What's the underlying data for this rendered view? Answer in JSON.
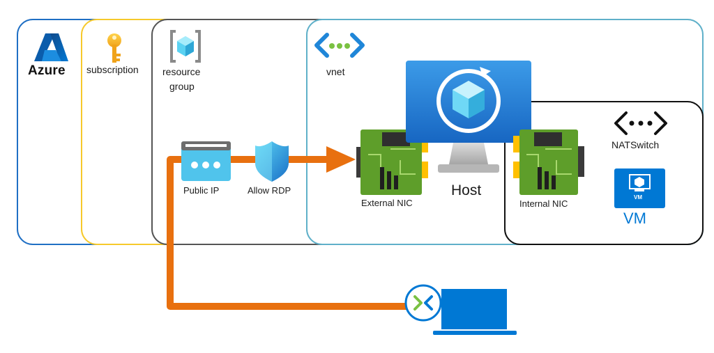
{
  "labels": {
    "azure": "Azure",
    "subscription": "subscription",
    "resource_group_line1": "resource",
    "resource_group_line2": "group",
    "vnet": "vnet",
    "public_ip": "Public IP",
    "allow_rdp": "Allow RDP",
    "external_nic": "External NIC",
    "host": "Host",
    "internal_nic": "Internal NIC",
    "nat_switch": "NATSwitch",
    "vm": "VM",
    "vm_icon_text": "VM"
  },
  "colors": {
    "azure_border": "#1f6fc4",
    "subscription_border": "#f6c92b",
    "resource_group_border": "#555555",
    "vnet_border": "#5fb0c9",
    "natswitch_border": "#111111",
    "connection_line": "#e8700f",
    "azure_blue": "#0078d4",
    "nic_green": "#5e9e2a"
  },
  "icons": [
    "azure-logo-icon",
    "key-icon",
    "resource-group-icon",
    "vnet-icon",
    "public-ip-icon",
    "shield-icon",
    "nic-icon",
    "host-monitor-icon",
    "natswitch-icon",
    "vm-icon",
    "remote-desktop-icon",
    "laptop-icon"
  ]
}
